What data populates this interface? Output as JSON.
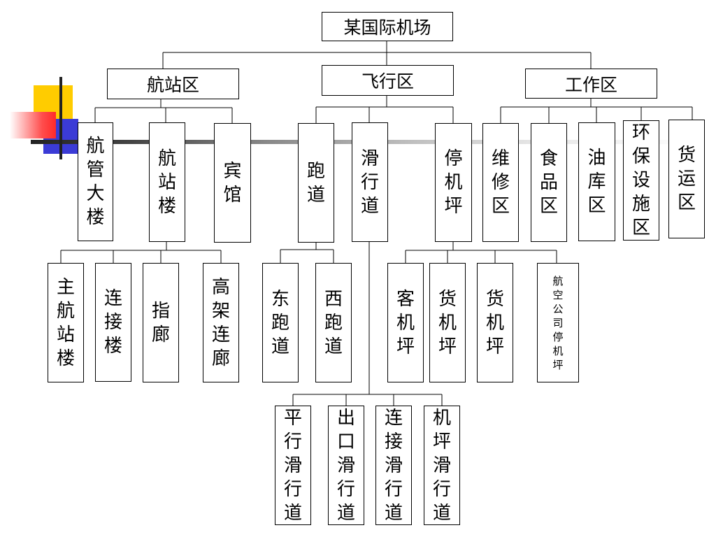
{
  "root": {
    "label": "某国际机场"
  },
  "zones": [
    {
      "label": "航站区"
    },
    {
      "label": "飞行区"
    },
    {
      "label": "工作区"
    }
  ],
  "terminal_children": [
    {
      "label": "航管大楼"
    },
    {
      "label": "航站楼"
    },
    {
      "label": "宾馆"
    }
  ],
  "flight_children": [
    {
      "label": "跑道"
    },
    {
      "label": "滑行道"
    },
    {
      "label": "停机坪"
    }
  ],
  "work_children": [
    {
      "label": "维修区"
    },
    {
      "label": "食品区"
    },
    {
      "label": "油库区"
    },
    {
      "label": "环保设施区"
    },
    {
      "label": "货运区"
    }
  ],
  "terminal_building_children": [
    {
      "label": "主航站楼"
    },
    {
      "label": "连接楼"
    },
    {
      "label": "指廊"
    },
    {
      "label": "高架连廊"
    }
  ],
  "runway_children": [
    {
      "label": "东跑道"
    },
    {
      "label": "西跑道"
    }
  ],
  "apron_children": [
    {
      "label": "客机坪"
    },
    {
      "label": "货机坪"
    },
    {
      "label": "货机坪"
    },
    {
      "label": "航空公司停机坪"
    }
  ],
  "taxiway_children": [
    {
      "label": "平行滑行道"
    },
    {
      "label": "出口滑行道"
    },
    {
      "label": "连接滑行道"
    },
    {
      "label": "机坪滑行道"
    }
  ],
  "colors": {
    "line": "#000000",
    "deco_yellow": "#ffcc00",
    "deco_red": "#ff3333",
    "deco_blue": "#3333cc"
  }
}
